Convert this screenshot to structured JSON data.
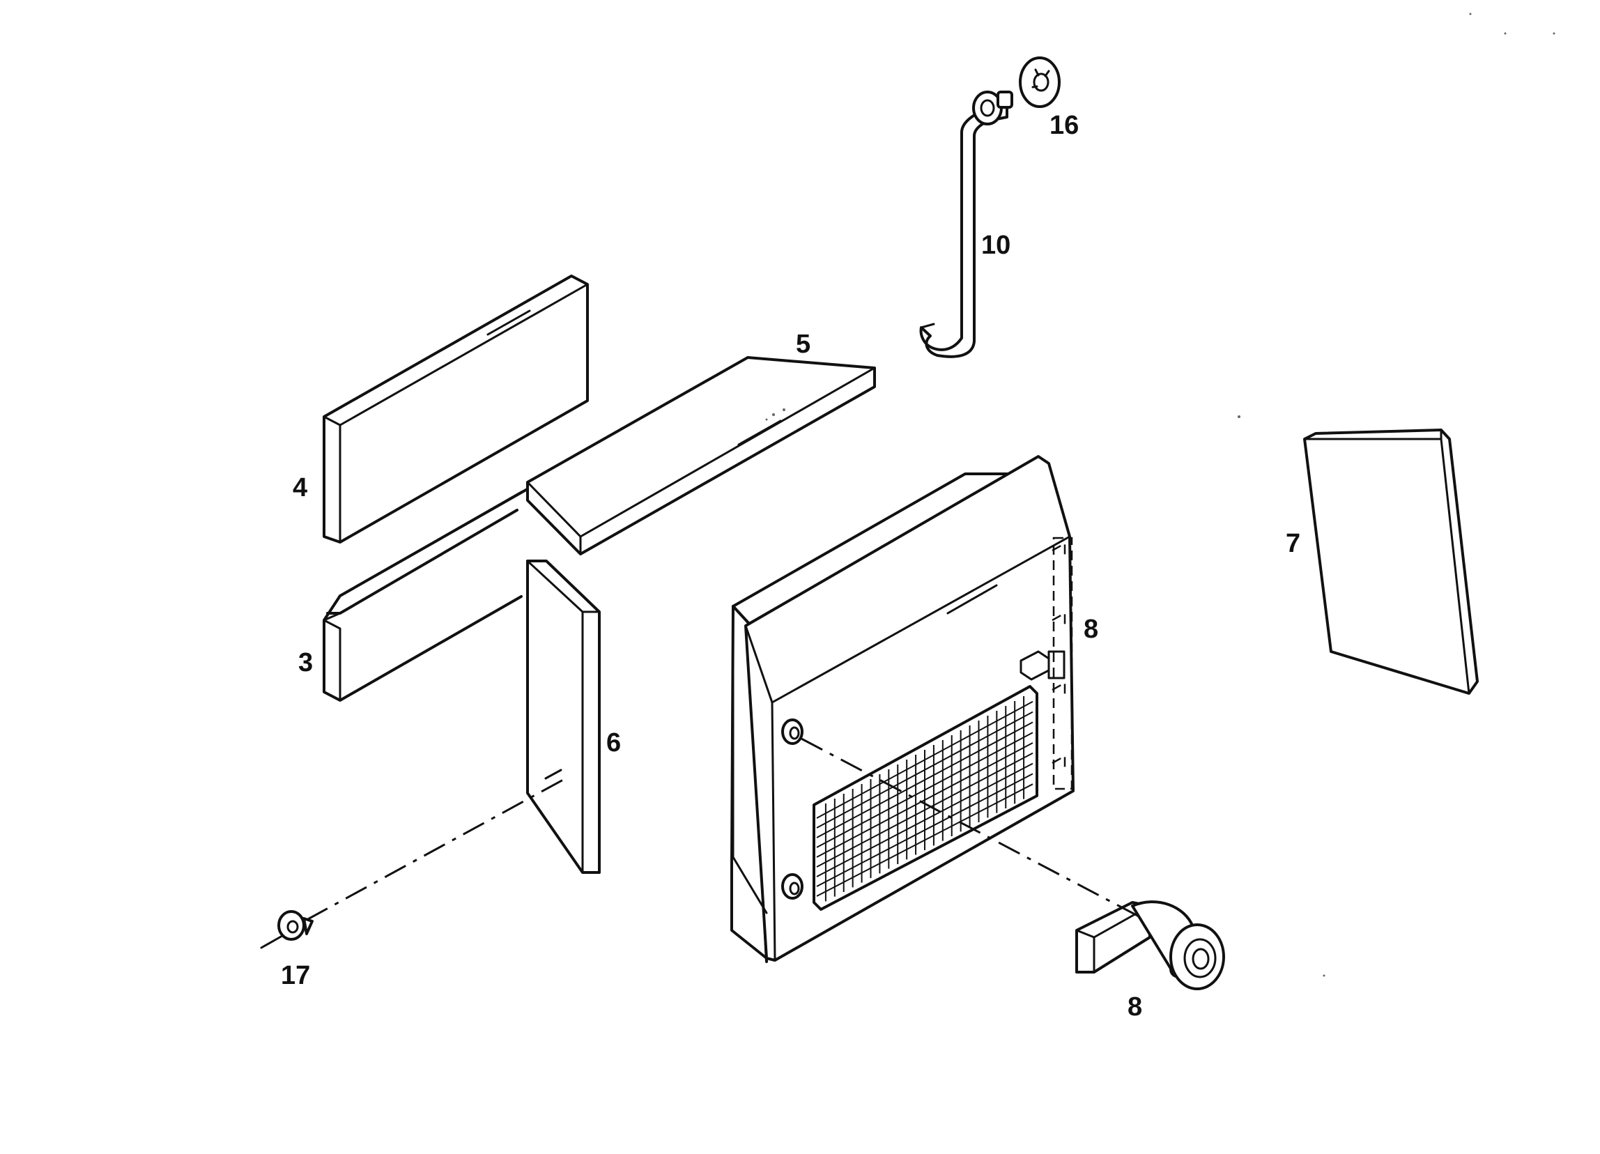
{
  "diagram": {
    "callouts": {
      "item_3": "3",
      "item_4": "4",
      "item_5": "5",
      "item_6": "6",
      "item_7": "7",
      "item_8_bracket": "8",
      "item_8_panel": "8",
      "item_10": "10",
      "item_16": "16",
      "item_17": "17"
    },
    "colors": {
      "line": "#111111",
      "paper": "#ffffff"
    }
  }
}
